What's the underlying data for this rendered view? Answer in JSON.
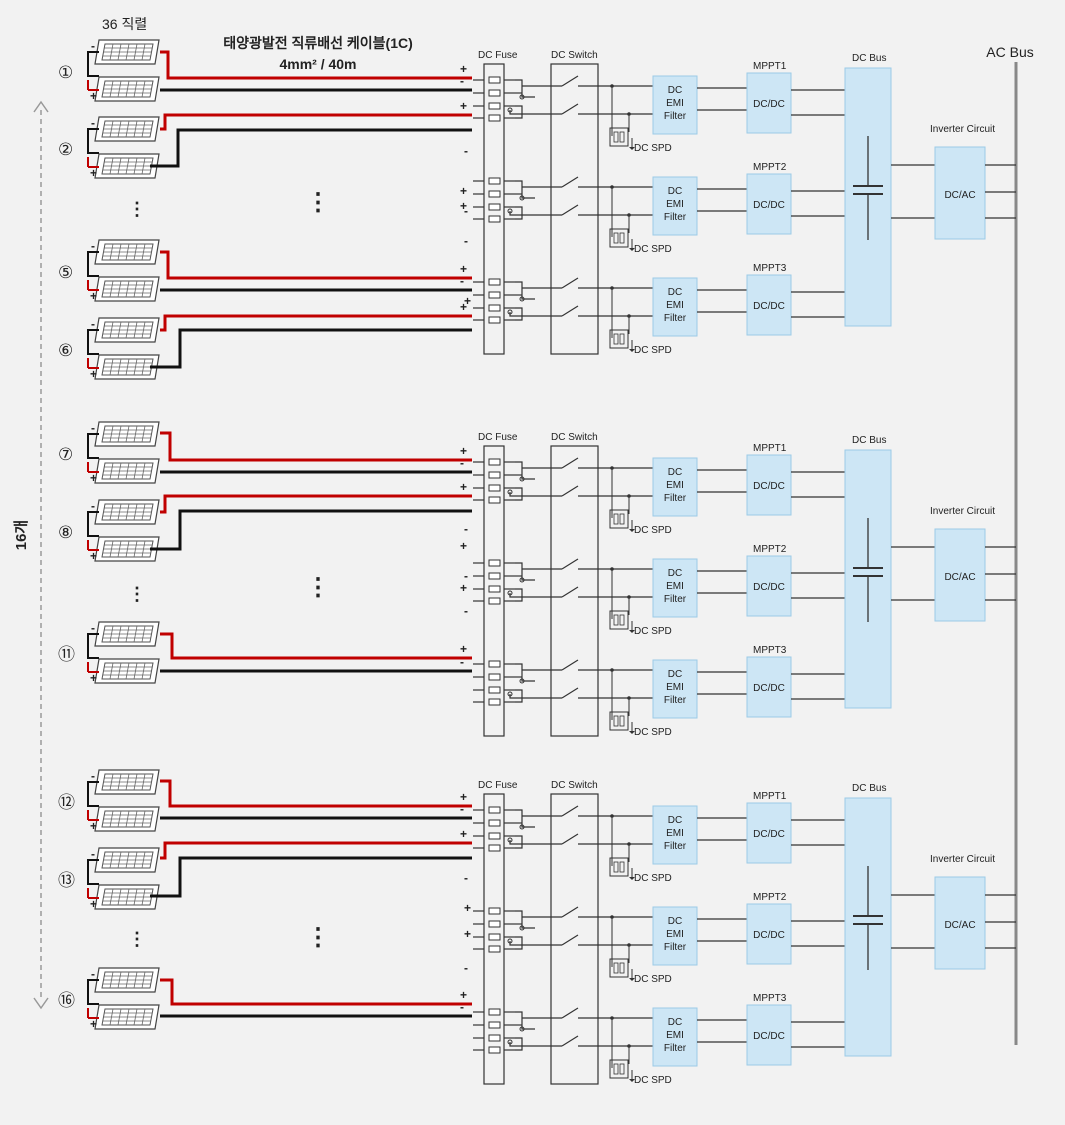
{
  "header": {
    "series_label": "36 직렬",
    "cable_title": "태양광발전 직류배선 케이블(1C)",
    "cable_spec": "4mm² / 40m",
    "count_label": "16개",
    "ac_bus": "AC Bus"
  },
  "labels": {
    "dc_fuse": "DC Fuse",
    "dc_switch": "DC Switch",
    "dc_spd": "DC SPD",
    "emi_line1": "DC",
    "emi_line2": "EMI",
    "emi_line3": "Filter",
    "dcdc": "DC/DC",
    "dc_bus": "DC Bus",
    "inverter_circuit": "Inverter Circuit",
    "dcac": "DC/AC",
    "plus": "+",
    "minus": "-",
    "ellipsis": "⋮"
  },
  "mppt_labels": [
    "MPPT1",
    "MPPT2",
    "MPPT3"
  ],
  "groups": [
    {
      "strings": [
        "①",
        "②",
        "⑤",
        "⑥"
      ]
    },
    {
      "strings": [
        "⑦",
        "⑧",
        "⑪"
      ]
    },
    {
      "strings": [
        "⑫",
        "⑬",
        "⑯"
      ]
    }
  ],
  "colors": {
    "positive_wire": "#c00000",
    "negative_wire": "#111111",
    "box_fill": "#cde6f5",
    "box_stroke": "#9ccbe6",
    "line": "#333333",
    "plus_mark": "#e00000"
  }
}
